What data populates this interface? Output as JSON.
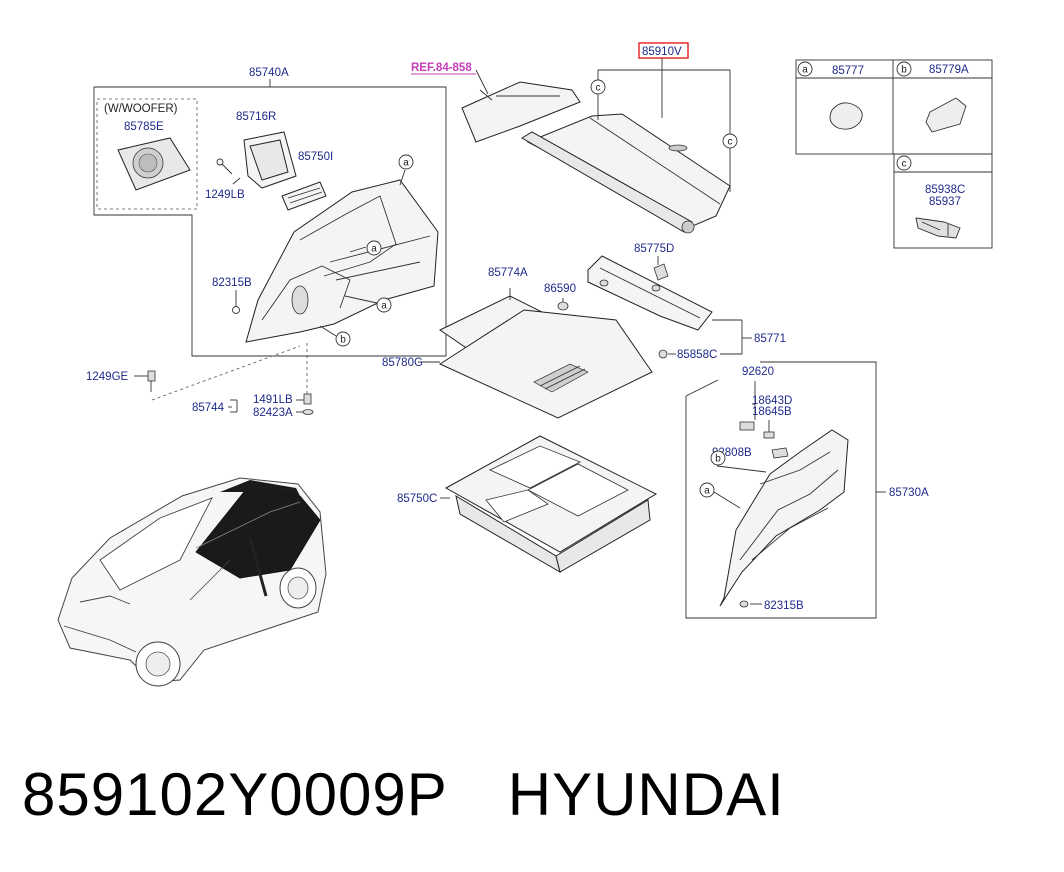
{
  "labels": {
    "p85740A": "85740A",
    "woofer": "(W/WOOFER)",
    "p85785E": "85785E",
    "p85716R": "85716R",
    "p85750I": "85750I",
    "p1249LB": "1249LB",
    "p82315B_left": "82315B",
    "p1249GE": "1249GE",
    "p85744": "85744",
    "p1491LB": "1491LB",
    "p82423A": "82423A",
    "ref": "REF.84-858",
    "p85910V": "85910V",
    "p85777": "85777",
    "p85779A": "85779A",
    "p85938C": "85938C",
    "p85937": "85937",
    "p85775D": "85775D",
    "p85774A": "85774A",
    "p86590": "86590",
    "p85771": "85771",
    "p85858C": "85858C",
    "p85780G": "85780G",
    "p92620": "92620",
    "p18643D": "18643D",
    "p18645B": "18645B",
    "p92808B": "92808B",
    "p85730A": "85730A",
    "p82315B_right": "82315B",
    "p85750C": "85750C"
  },
  "callouts": {
    "a": "a",
    "b": "b",
    "c": "c"
  },
  "footer": {
    "part_number": "859102Y0009P",
    "brand": "HYUNDAI"
  },
  "colors": {
    "label_blue": "#1f2a8a",
    "ref_magenta": "#c43fb8",
    "highlight_red": "#e02020",
    "car_dark": "#1a1a1a"
  }
}
